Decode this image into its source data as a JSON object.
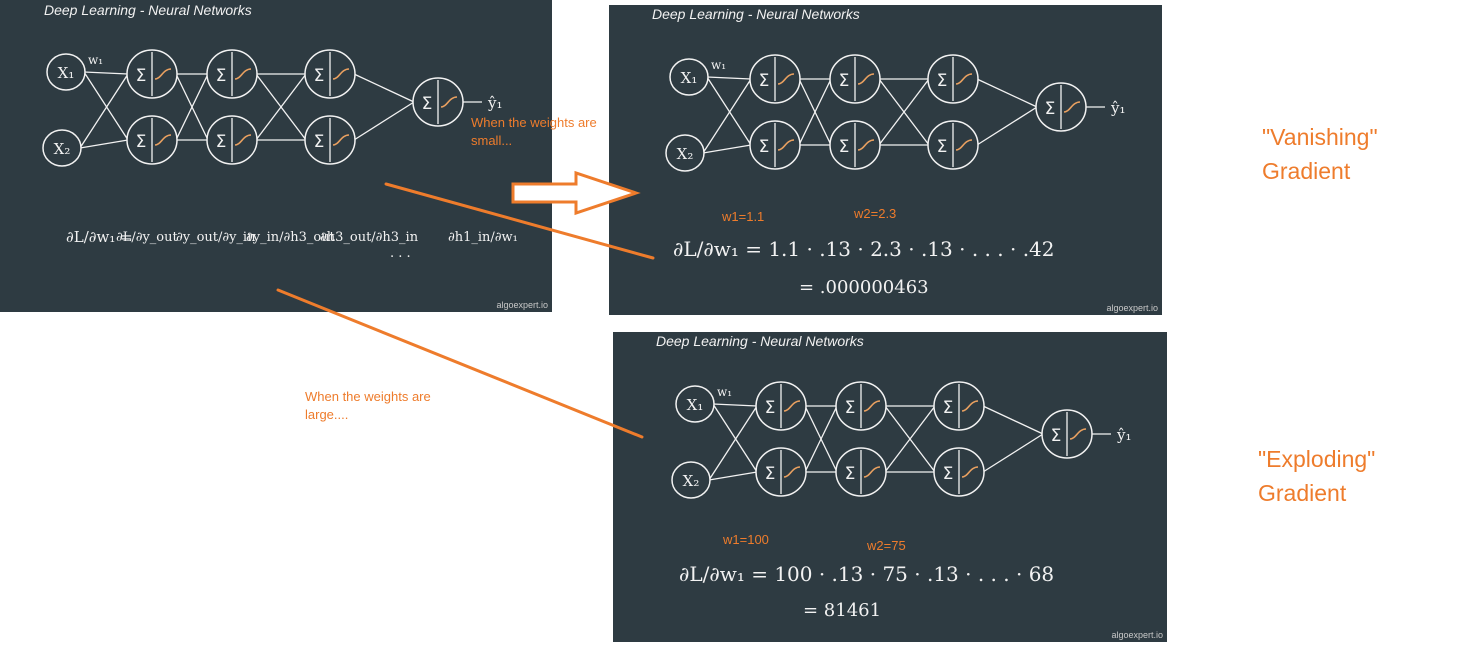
{
  "slides": [
    {
      "title": "Deep Learning - Neural Networks",
      "watermark": "algoexpert.io",
      "chain_rule": {
        "lhs": "∂L/∂w₁ =",
        "terms": [
          "∂L/∂y_out",
          "∂y_out/∂y_in",
          "∂y_in/∂h3_out",
          "∂h3_out/∂h3_in",
          ". . .",
          "∂h1_in/∂w₁"
        ]
      }
    },
    {
      "title": "Deep Learning - Neural Networks",
      "watermark": "algoexpert.io",
      "weight_w1": "w1=1.1",
      "weight_w2": "w2=2.3",
      "product": "∂L/∂w₁ = 1.1 · .13 · 2.3 · .13 · . . . · .42",
      "result": "= .000000463"
    },
    {
      "title": "Deep Learning - Neural Networks",
      "watermark": "algoexpert.io",
      "weight_w1": "w1=100",
      "weight_w2": "w2=75",
      "product": "∂L/∂w₁ = 100 · .13 · 75 · .13 · . . . · 68",
      "result": "= 81461"
    }
  ],
  "network": {
    "inputs": [
      "X₁",
      "X₂"
    ],
    "weight_label": "w₁",
    "neuron_symbol": "Σ",
    "output": "ŷ₁"
  },
  "annotations": {
    "small_weights": [
      "When the weights are",
      "small..."
    ],
    "large_weights": [
      "When the weights are",
      "large...."
    ],
    "vanishing": [
      "\"Vanishing\"",
      "Gradient"
    ],
    "exploding": [
      "\"Exploding\"",
      "Gradient"
    ]
  },
  "colors": {
    "slide_bg": "#2e3b42",
    "chalk": "#f2f2f2",
    "accent": "#ee7c2c",
    "activation": "#e8a060"
  }
}
